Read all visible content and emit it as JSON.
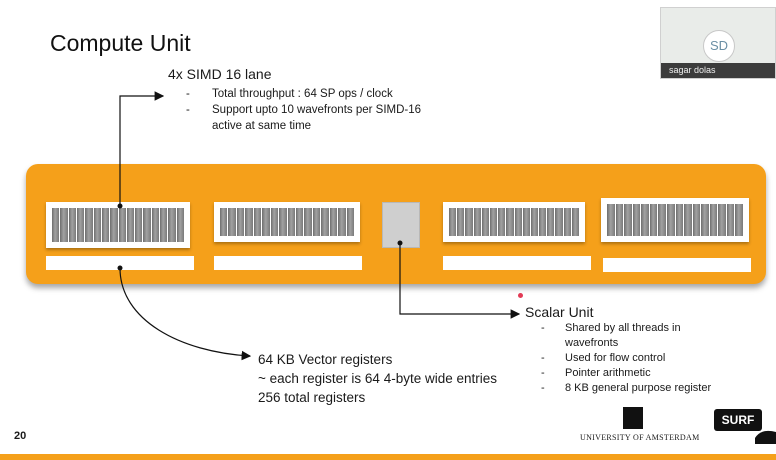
{
  "slide": {
    "title": "Compute Unit",
    "page_number": "20"
  },
  "simd": {
    "heading": "4x SIMD 16 lane",
    "bullets": [
      "Total throughput : 64 SP ops / clock",
      "Support upto 10 wavefronts per SIMD-16 active at same time"
    ]
  },
  "scalar": {
    "heading": "Scalar Unit",
    "bullets": [
      "Shared by all threads in wavefronts",
      "Used for flow control",
      "Pointer arithmetic",
      "8 KB general purpose register"
    ]
  },
  "vector_registers": {
    "line1": "64 KB Vector registers",
    "line2": "~ each register is 64 4-byte wide entries",
    "line3": "256 total registers"
  },
  "participant": {
    "initials": "SD",
    "name": "sagar dolas"
  },
  "logos": {
    "uva": "UNIVERSITY OF AMSTERDAM",
    "surf": "SURF"
  },
  "colors": {
    "accent_orange": "#f5a01a",
    "lane_gray": "#8a8a8a",
    "pointer_dot": "#e23a55"
  }
}
